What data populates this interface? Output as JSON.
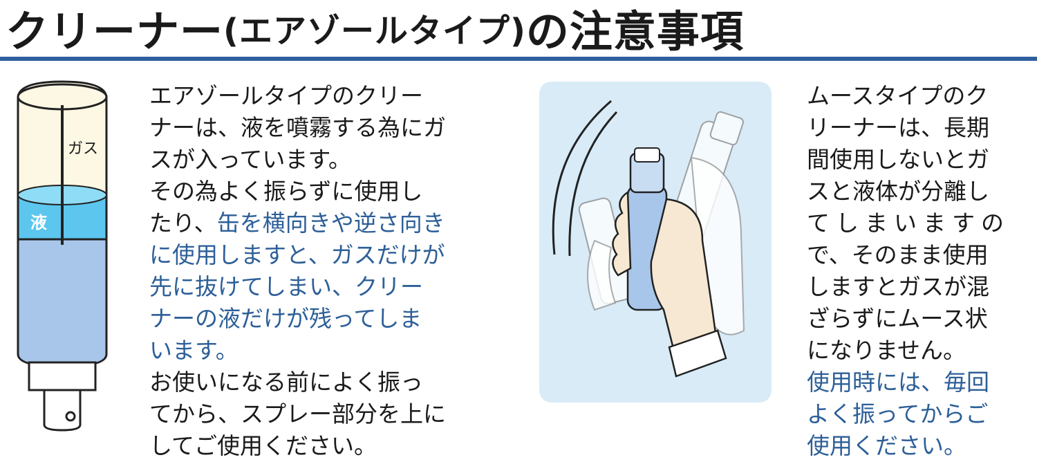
{
  "title": {
    "main_before": "クリーナー",
    "paren": "(エアゾールタイプ)",
    "main_after": "の注意事項"
  },
  "left_illustration": {
    "gas_label": "ガス",
    "liquid_label": "液"
  },
  "left_text": {
    "lines": [
      "エアゾールタイプのクリー",
      "ナーは、液を噴霧する為にガ",
      "スが入っています。",
      "その為よく振らずに使用し",
      "たり、",
      "缶を横向きや逆さ向き",
      "に使用しますと、ガスだけが",
      "先に抜けてしまい、クリー",
      "ナーの液だけが残ってしま",
      "います。",
      "お使いになる前によく振っ",
      "てから、スプレー部分を上に",
      "してご使用ください。"
    ]
  },
  "right_text": {
    "lines": [
      "ムースタイプのク",
      "リーナーは、長期",
      "間使用しないとガ",
      "スと液体が分離し",
      "てしまいますの",
      "で、そのまま使用",
      "しますとガスが混",
      "ざらずにムース状",
      "になりません。",
      "使用時には、毎回",
      "よく振ってからご",
      "使用ください。"
    ]
  },
  "colors": {
    "accent_blue": "#2f5f9e",
    "text_blue": "#2d5f98",
    "gas_fill": "#fdf8e4",
    "liquid_fill": "#5cc6ee",
    "can_fill": "#a8c6ea",
    "panel_bg": "#d8ebf7"
  }
}
